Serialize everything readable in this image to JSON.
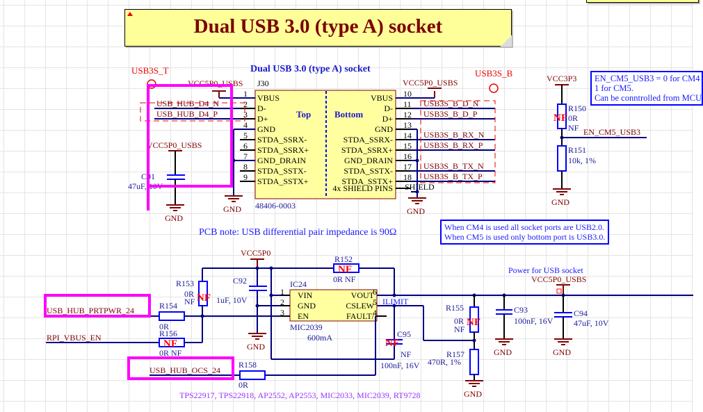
{
  "banner": {
    "title": "Dual USB 3.0 (type A) socket"
  },
  "connector": {
    "title": "Dual USB 3.0 (type A) socket",
    "ref": "J30",
    "part": "48406-0003",
    "top_label": "Top",
    "bottom_label": "Bottom",
    "left_pins": [
      {
        "num": "1",
        "name": "VBUS"
      },
      {
        "num": "2",
        "name": "D-"
      },
      {
        "num": "3",
        "name": "D+"
      },
      {
        "num": "4",
        "name": "GND"
      },
      {
        "num": "5",
        "name": "STDA_SSRX-"
      },
      {
        "num": "6",
        "name": "STDA_SSRX+"
      },
      {
        "num": "7",
        "name": "GND_DRAIN"
      },
      {
        "num": "8",
        "name": "STDA_SSTX-"
      },
      {
        "num": "9",
        "name": "STDA_SSTX+"
      }
    ],
    "right_pins": [
      {
        "num": "10",
        "name": "VBUS"
      },
      {
        "num": "11",
        "name": "D-"
      },
      {
        "num": "12",
        "name": "D+"
      },
      {
        "num": "13",
        "name": "GND"
      },
      {
        "num": "14",
        "name": "STDA_SSRX-"
      },
      {
        "num": "15",
        "name": "STDA_SSRX+"
      },
      {
        "num": "16",
        "name": "GND_DRAIN"
      },
      {
        "num": "17",
        "name": "STDA_SSTX-"
      },
      {
        "num": "18",
        "name": "STDA_SSTX+"
      },
      {
        "num": "SHIELD",
        "name": "4x SHIELD PINS"
      }
    ]
  },
  "harness_top": {
    "name": "USB3S_T",
    "nets": [
      "USB_HUB_D4_N",
      "USB_HUB_D4_P"
    ]
  },
  "harness_bottom": {
    "name": "USB3S_B",
    "nets": [
      "USB3S_B_D_N",
      "USB3S_B_D_P",
      "USB3S_B_RX_N",
      "USB3S_B_RX_P",
      "USB3S_B_TX_N",
      "USB3S_B_TX_P"
    ]
  },
  "power": {
    "vcc5p0_usbs": "VCC5P0_USBS",
    "vcc5p0": "VCC5P0",
    "vcc3p3": "VCC3P3",
    "gnd": "GND"
  },
  "components": {
    "c91": {
      "ref": "C91",
      "value": "47uF, 10V"
    },
    "r150": {
      "ref": "R150",
      "value": "0R",
      "nf": "NF",
      "nf_mark": "NF"
    },
    "r151": {
      "ref": "R151",
      "value": "10k, 1%"
    },
    "r152": {
      "ref": "R152",
      "value": "0R NF",
      "nf_mark": "NF"
    },
    "r153": {
      "ref": "R153",
      "value": "0R",
      "nf": "NF",
      "nf_mark": "NF"
    },
    "r154": {
      "ref": "R154",
      "value": "0R"
    },
    "r156": {
      "ref": "R156",
      "value": "0R NF",
      "nf_mark": "NF"
    },
    "r155": {
      "ref": "R155",
      "value": "0R",
      "nf": "NF",
      "nf_mark": "NF"
    },
    "r157": {
      "ref": "R157",
      "value": "470R, 1%"
    },
    "r158": {
      "ref": "R158",
      "value": "0R"
    },
    "c92": {
      "ref": "C92",
      "value": "1uF, 10V"
    },
    "c93": {
      "ref": "C93",
      "value": "100nF, 16V"
    },
    "c94": {
      "ref": "C94",
      "value": "47uF, 10V"
    },
    "c95": {
      "ref": "C95",
      "value": "100nF, 16V",
      "nf": "NF",
      "nf_mark": "NF"
    }
  },
  "ic24": {
    "ref": "IC24",
    "part": "MIC2039",
    "rating": "600mA",
    "left_pins": [
      {
        "num": "1",
        "name": "VIN"
      },
      {
        "num": "2",
        "name": "GND"
      },
      {
        "num": "3",
        "name": "EN"
      }
    ],
    "right_pins": [
      {
        "num": "6",
        "name": "VOUT"
      },
      {
        "num": "5",
        "name": "CSLEW"
      },
      {
        "num": "4",
        "name": "FAULT/"
      }
    ]
  },
  "nets": {
    "en_cm5_usb3": "EN_CM5_USB3",
    "usb_hub_prtpwr": "USB_HUB_PRTPWR_24",
    "rpi_vbus_en": "RPI_VBUS_EN",
    "usb_hub_ocs": "USB_HUB_OCS_24",
    "ilimit": "ILIMIT"
  },
  "notes": {
    "pcb_note": "PCB note: USB differential pair impedance is 90Ω",
    "cm_note_lines": [
      "When CM4 is used all socket ports are USB2.0.",
      "When CM5 is used only bottom port is USB3.0."
    ],
    "en_note_lines": [
      "EN_CM5_USB3 = 0 for CM4",
      "1 for CM5.",
      "Can be conntrolled from MCU"
    ],
    "power_label": "Power for USB socket",
    "alternatives": "TPS22917, TPS22918, AP2552, AP2553, MIC2033, MIC2039, RT9728"
  },
  "colors": {
    "wire": "#000080",
    "power": "#800000",
    "highlight": "#ff00ff",
    "component": "#0000ff",
    "nf": "#ff0000",
    "body": "#ffffa0"
  }
}
